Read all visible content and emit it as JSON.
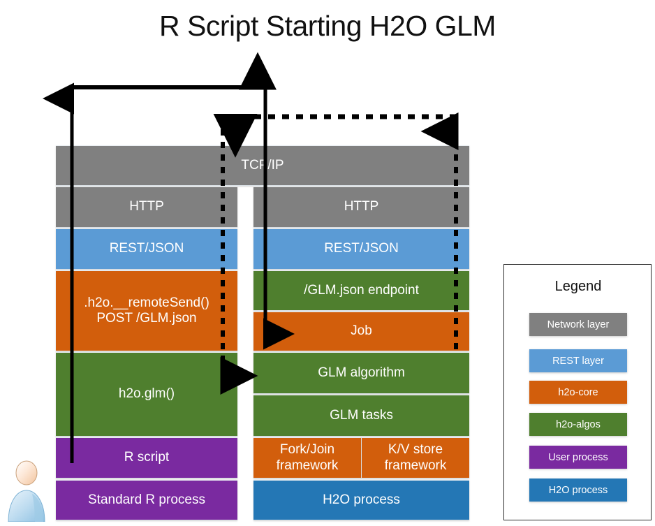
{
  "title": "R Script Starting H2O GLM",
  "colors": {
    "network_layer": "#808080",
    "rest_layer": "#5b9bd5",
    "h2o_core": "#d25e0c",
    "h2o_algos": "#4f7f2e",
    "user_process": "#7a2aa0",
    "h2o_process": "#2477b5",
    "arrow": "#000000",
    "background": "#ffffff",
    "title_text": "#111111"
  },
  "spanning": {
    "tcp_ip": "TCP/IP"
  },
  "left_stack": {
    "name": "Standard R process stack",
    "blocks": [
      {
        "label": "HTTP",
        "kind": "network_layer"
      },
      {
        "label": "REST/JSON",
        "kind": "rest_layer"
      },
      {
        "label": ".h2o.__remoteSend()\nPOST /GLM.json",
        "line1": ".h2o.__remoteSend()",
        "line2": "POST /GLM.json",
        "kind": "h2o_core"
      },
      {
        "label": "h2o.glm()",
        "kind": "h2o_algos"
      },
      {
        "label": "R script",
        "kind": "user_process"
      },
      {
        "label": "Standard R process",
        "kind": "user_process"
      }
    ]
  },
  "right_stack": {
    "name": "H2O process stack",
    "blocks": [
      {
        "label": "HTTP",
        "kind": "network_layer"
      },
      {
        "label": "REST/JSON",
        "kind": "rest_layer"
      },
      {
        "label": "/GLM.json endpoint",
        "kind": "h2o_algos"
      },
      {
        "label": "Job",
        "kind": "h2o_core"
      },
      {
        "label": "GLM algorithm",
        "kind": "h2o_algos"
      },
      {
        "label": "GLM tasks",
        "kind": "h2o_algos"
      }
    ],
    "split_row": {
      "left": {
        "line1": "Fork/Join",
        "line2": "framework",
        "kind": "h2o_core"
      },
      "right": {
        "line1": "K/V store",
        "line2": "framework",
        "kind": "h2o_core"
      }
    },
    "footer": {
      "label": "H2O process",
      "kind": "h2o_process"
    }
  },
  "legend": {
    "title": "Legend",
    "items": [
      {
        "label": "Network layer",
        "color": "#808080"
      },
      {
        "label": "REST layer",
        "color": "#5b9bd5"
      },
      {
        "label": "h2o-core",
        "color": "#d25e0c"
      },
      {
        "label": "h2o-algos",
        "color": "#4f7f2e"
      },
      {
        "label": "User process",
        "color": "#7a2aa0"
      },
      {
        "label": "H2O process",
        "color": "#2477b5"
      }
    ]
  },
  "flow": {
    "request_arrow": "solid request flow: R script up through client stack, across to H2O process, down into Job",
    "response_arrow": "dashed response flow: H2O process up, across back to client, down into h2o.glm()"
  }
}
